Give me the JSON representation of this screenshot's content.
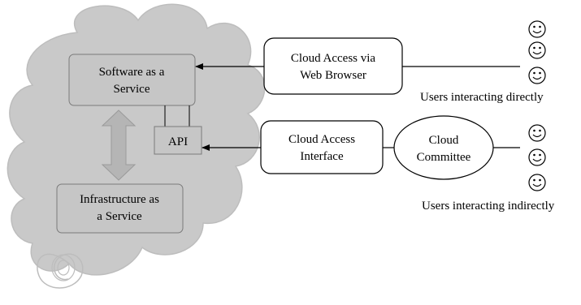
{
  "colors": {
    "cloud_fill": "#c9c9c9",
    "cloud_stroke": "#bdbdbd",
    "box_fill": "#c6c6c6",
    "box_stroke": "#7a7a7a",
    "arrow_fill": "#b5b5b5",
    "line": "#000000",
    "white_box_fill": "#ffffff"
  },
  "cloud": {
    "saas": {
      "line1": "Software as a",
      "line2": "Service"
    },
    "api": {
      "label": "API"
    },
    "iaas": {
      "line1": "Infrastructure as",
      "line2": "a Service"
    }
  },
  "access": {
    "browser": {
      "line1": "Cloud Access via",
      "line2": "Web Browser"
    },
    "interface": {
      "line1": "Cloud Access",
      "line2": "Interface"
    },
    "committee": {
      "line1": "Cloud",
      "line2": "Committee"
    }
  },
  "users": {
    "direct_label": "Users interacting directly",
    "indirect_label": "Users interacting indirectly",
    "icon": "smiley-face-icon",
    "direct_count": 3,
    "indirect_count": 3
  }
}
